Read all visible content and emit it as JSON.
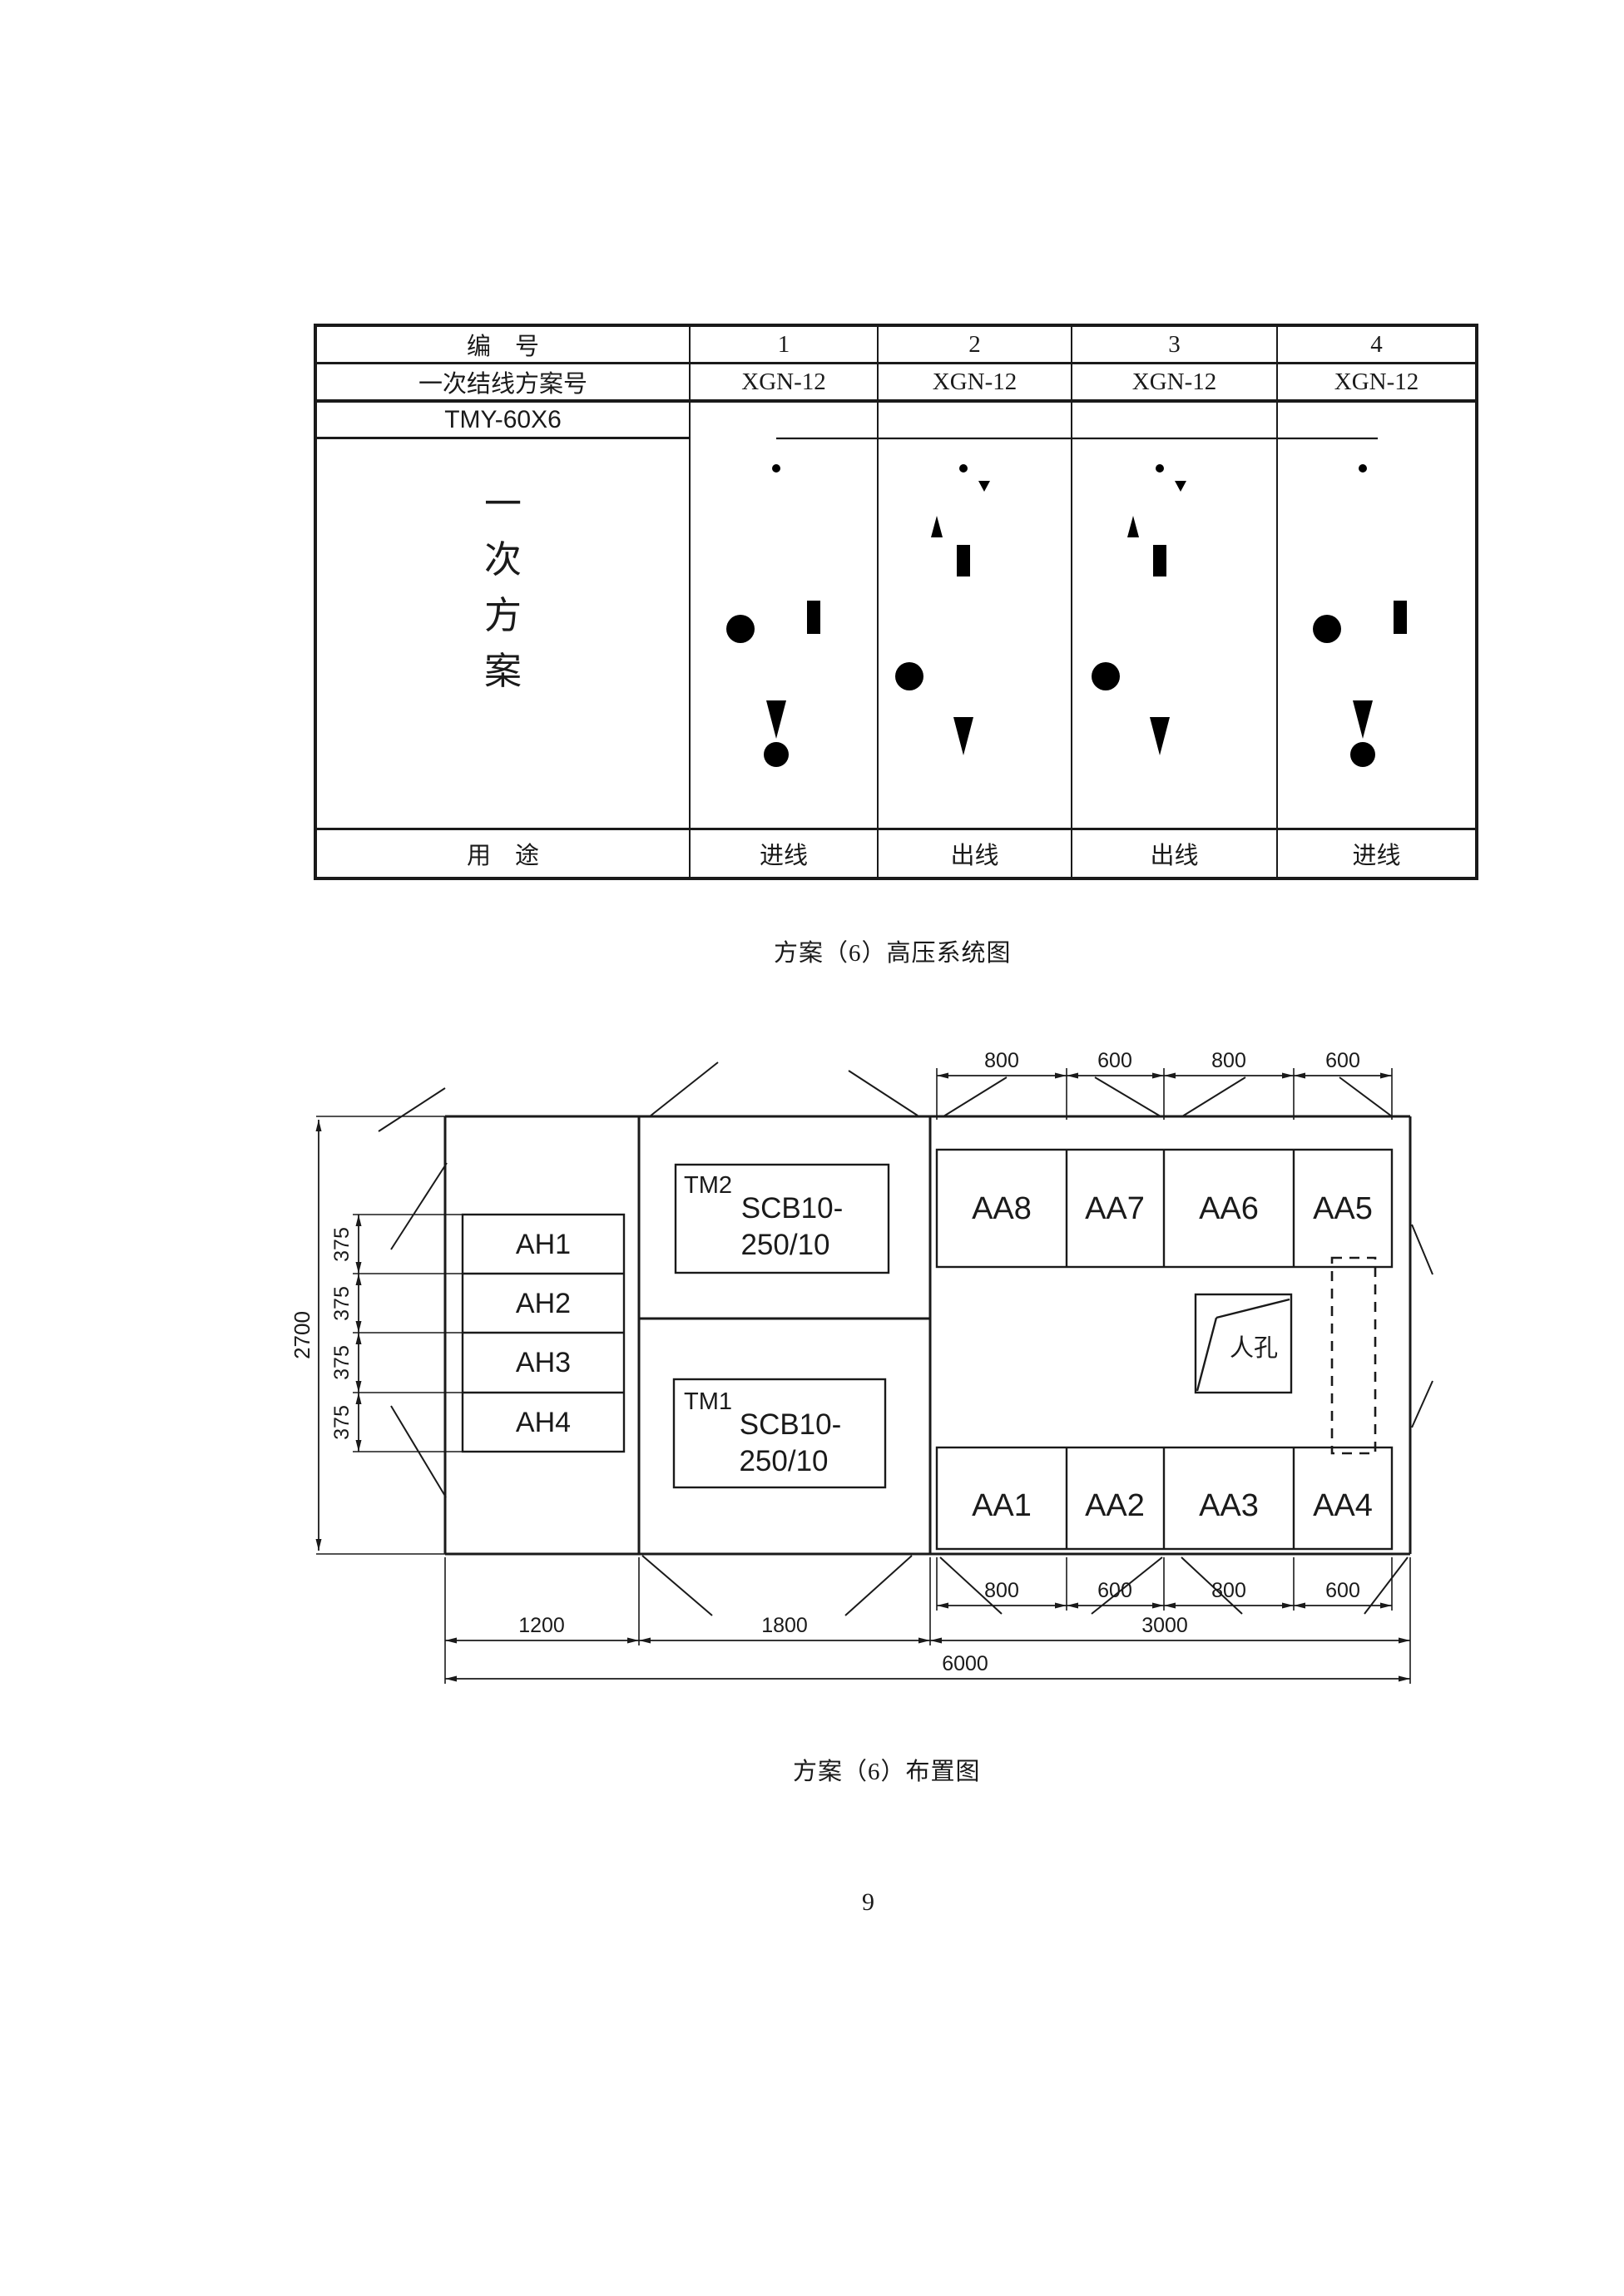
{
  "table": {
    "id_row": {
      "label": "编　号",
      "values": [
        "1",
        "2",
        "3",
        "4"
      ]
    },
    "scheme_row": {
      "label": "一次结线方案号",
      "values": [
        "XGN-12",
        "XGN-12",
        "XGN-12",
        "XGN-12"
      ]
    },
    "busbar_row": {
      "label": "TMY-60X6"
    },
    "plan_cell": {
      "chars": [
        "一",
        "次",
        "方",
        "案"
      ]
    },
    "usage_row": {
      "label": "用　途",
      "values": [
        "进线",
        "出线",
        "出线",
        "进线"
      ]
    }
  },
  "captions": {
    "system": "方案（6）高压系统图",
    "layout": "方案（6）布置图"
  },
  "figure": {
    "switchgear_top": [
      "AA8",
      "AA7",
      "AA6",
      "AA5"
    ],
    "switchgear_bottom": [
      "AA1",
      "AA2",
      "AA3",
      "AA4"
    ],
    "lv_panels": [
      "AH1",
      "AH2",
      "AH3",
      "AH4"
    ],
    "transformers": [
      {
        "id": "TM2",
        "model": "SCB10-",
        "rating": "250/10"
      },
      {
        "id": "TM1",
        "model": "SCB10-",
        "rating": "250/10"
      }
    ],
    "manhole": "人孔",
    "dims": {
      "top": [
        "800",
        "600",
        "800",
        "600"
      ],
      "bottom_bays": [
        "800",
        "600",
        "800",
        "600"
      ],
      "bottom_sections": [
        "1200",
        "1800",
        "3000"
      ],
      "total_width": "6000",
      "height": "2700",
      "pitch": [
        "375",
        "375",
        "375",
        "375"
      ]
    }
  },
  "page": {
    "number": "9"
  },
  "colors": {
    "ink": "#1a1a1a",
    "paper": "#ffffff"
  }
}
